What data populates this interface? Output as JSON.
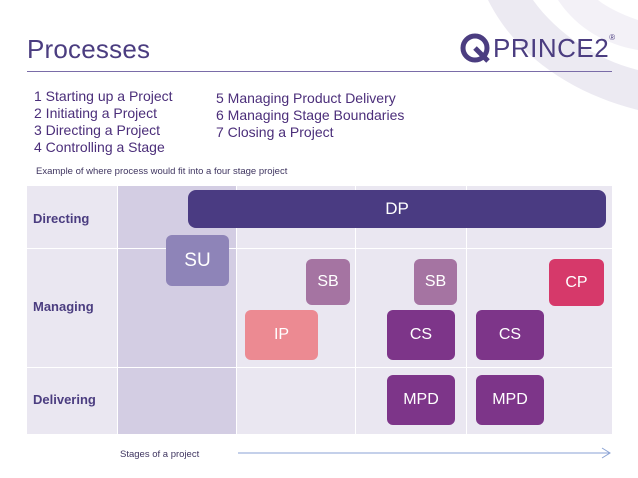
{
  "slide": {
    "title": "Processes"
  },
  "logo": {
    "text": "PRINCE2",
    "reg": "®"
  },
  "process_list_left": [
    "1 Starting up a Project",
    "2 Initiating a Project",
    "3 Directing a Project",
    "4 Controlling a Stage"
  ],
  "process_list_right": [
    "5 Managing Product Delivery",
    "6 Managing Stage Boundaries",
    "7 Closing a Project"
  ],
  "caption": "Example of where process would fit into a four stage project",
  "lanes": {
    "directing": "Directing",
    "managing": "Managing",
    "delivering": "Delivering"
  },
  "boxes": {
    "dp": "DP",
    "su": "SU",
    "sb1": "SB",
    "sb2": "SB",
    "cp": "CP",
    "ip": "IP",
    "cs1": "CS",
    "cs2": "CS",
    "mpd1": "MPD",
    "mpd2": "MPD"
  },
  "stages_label": "Stages of a project",
  "colors": {
    "brand_purple": "#4b3d80",
    "dp": "#4a3b82",
    "su": "#8e84b8",
    "sb": "#a574a2",
    "cp": "#d6396a",
    "ip": "#ec8a92",
    "cs": "#7d3589",
    "mpd": "#7d3589",
    "arrow": "#8aa2d4"
  }
}
